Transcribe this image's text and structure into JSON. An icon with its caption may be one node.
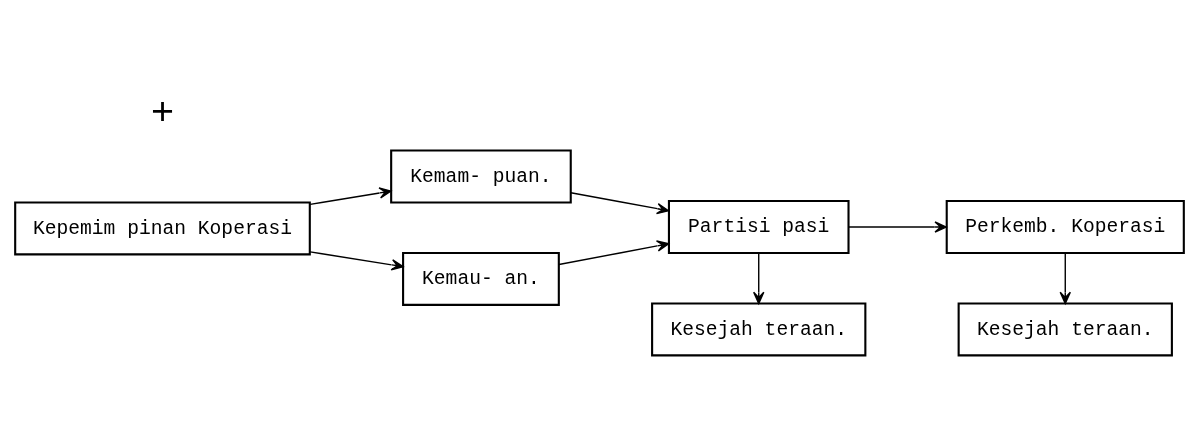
{
  "diagram": {
    "nodes": [
      {
        "text": [
          "Kepemim pinan Koperasi"
        ]
      },
      {
        "text": [
          "Kemam- puan."
        ]
      },
      {
        "text": [
          "Kemau- an."
        ]
      },
      {
        "text": [
          "Partisi pasi"
        ]
      },
      {
        "text": [
          "Perkemb. Koperasi"
        ]
      },
      {
        "text": [
          "Kesejah teraan."
        ]
      },
      {
        "text": [
          "Kesejah teraan."
        ]
      }
    ],
    "edges": [
      {
        "from": 0,
        "to": 1,
        "arrow": "to"
      },
      {
        "from": 0,
        "to": 2,
        "arrow": "to"
      },
      {
        "from": 1,
        "to": 3,
        "arrow": "to"
      },
      {
        "from": 2,
        "to": 3,
        "arrow": "to"
      },
      {
        "from": 3,
        "to": 4,
        "arrow": "to"
      },
      {
        "from": 3,
        "to": 5,
        "arrow": "to"
      },
      {
        "from": 4,
        "to": 6,
        "arrow": "to"
      }
    ],
    "labels": [
      "+"
    ]
  }
}
